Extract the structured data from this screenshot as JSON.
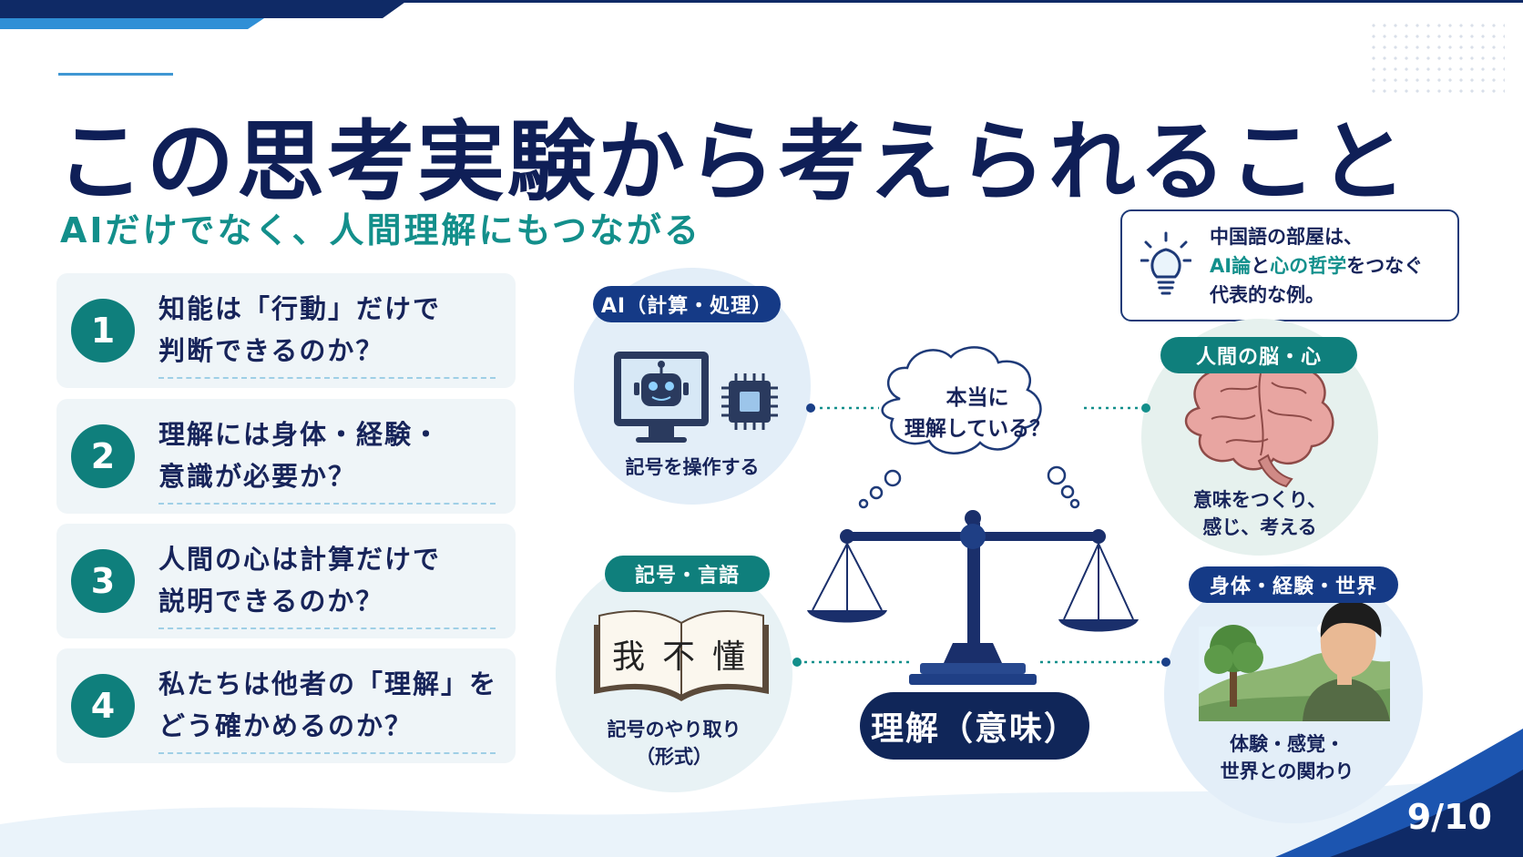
{
  "slide": {
    "title": "この思考実験から考えられること",
    "subtitle": "AIだけでなく、人間理解にもつながる",
    "page_number": "9/10"
  },
  "questions": [
    {
      "number": "1",
      "line1": "知能は「行動」だけで",
      "line2": "判断できるのか？"
    },
    {
      "number": "2",
      "line1": "理解には身体・経験・",
      "line2": "意識が必要か？"
    },
    {
      "number": "3",
      "line1": "人間の心は計算だけで",
      "line2": "説明できるのか？"
    },
    {
      "number": "4",
      "line1": "私たちは他者の「理解」を",
      "line2": "どう確かめるのか？"
    }
  ],
  "info_box": {
    "line1": "中国語の部屋は、",
    "line2_part1": "AI論",
    "line2_part2": "と",
    "line2_part3": "心の哲学",
    "line2_part4": "をつなぐ",
    "line3": "代表的な例。",
    "icon": "lightbulb-icon"
  },
  "diagram": {
    "ai": {
      "label": "AI（計算・処理）",
      "caption": "記号を操作する",
      "icons": [
        "robot-monitor-icon",
        "chip-icon"
      ]
    },
    "symbols": {
      "label": "記号・言語",
      "caption1": "記号のやり取り",
      "caption2": "（形式）",
      "book_chars": [
        "我",
        "不",
        "懂"
      ]
    },
    "brain": {
      "label": "人間の脳・心",
      "caption1": "意味をつくり、",
      "caption2": "感じ、考える",
      "icon": "brain-icon"
    },
    "body": {
      "label": "身体・経験・世界",
      "caption1": "体験・感覚・",
      "caption2": "世界との関わり",
      "icons": [
        "tree-landscape-icon",
        "person-icon"
      ]
    },
    "cloud": {
      "line1": "本当に",
      "line2": "理解している？"
    },
    "center_label": "理解（意味）",
    "icon": "balance-scale-icon"
  },
  "colors": {
    "navy": "#102659",
    "teal": "#0f7f7c",
    "accent_blue": "#3f97d3",
    "light_bg": "#eff5f8"
  }
}
